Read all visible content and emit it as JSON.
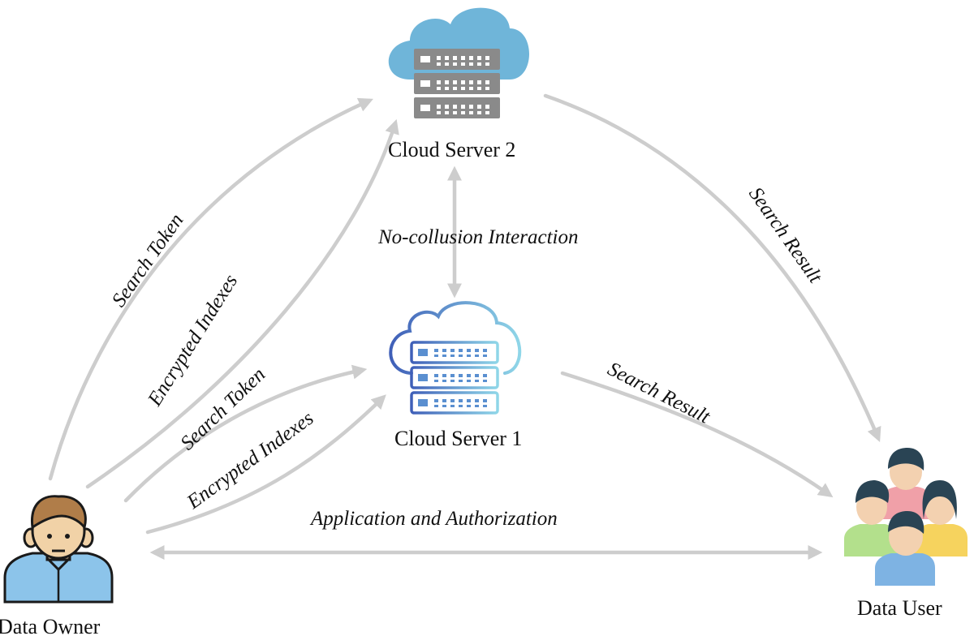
{
  "nodes": {
    "cloud_server_2": {
      "label": "Cloud Server 2",
      "icon": "cloud-server-icon",
      "color": "#6fb5d9"
    },
    "cloud_server_1": {
      "label": "Cloud Server 1",
      "icon": "cloud-server-outline-icon",
      "color": "#4a7ec9"
    },
    "data_owner": {
      "label": "Data Owner",
      "icon": "person-icon"
    },
    "data_user": {
      "label": "Data User",
      "icon": "user-group-icon"
    }
  },
  "edges": {
    "owner_to_cs2_token": "Search Token",
    "owner_to_cs2_indexes": "Encrypted Indexes",
    "owner_to_cs1_token": "Search Token",
    "owner_to_cs1_indexes": "Encrypted Indexes",
    "cs2_cs1_interaction": "No-collusion Interaction",
    "cs2_to_user_result": "Search Result",
    "cs1_to_user_result": "Search Result",
    "owner_user_authorization": "Application and  Authorization"
  },
  "colors": {
    "arrow": "#cdcdcd",
    "server_body": "#8a8a8a",
    "cloud2": "#6fb5d9"
  }
}
